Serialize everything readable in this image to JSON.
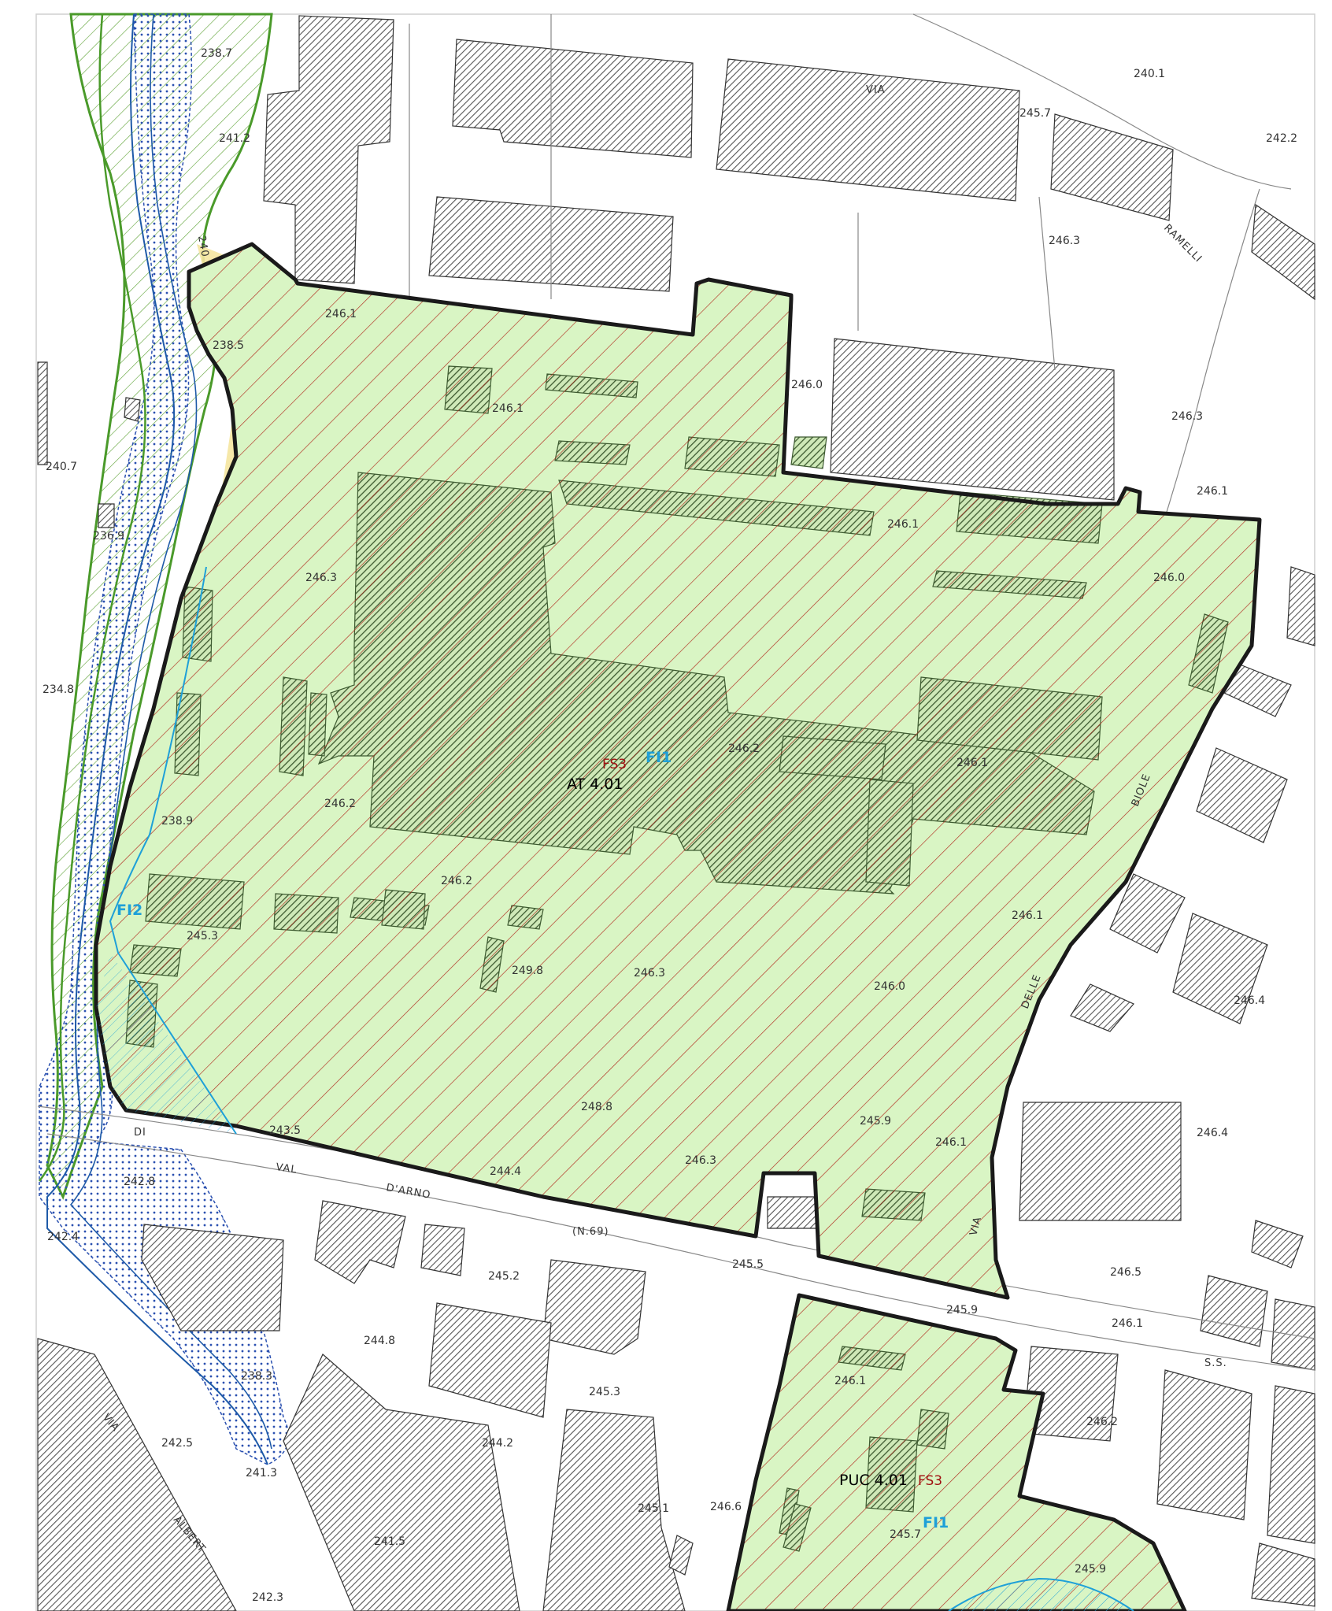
{
  "map": {
    "zones": [
      {
        "id": "at401",
        "label": "AT 4.01",
        "fs": "FS3",
        "fi": "FI1"
      },
      {
        "id": "puc401",
        "label": "PUC 4.01",
        "fs": "FS3",
        "fi": "FI1"
      }
    ],
    "river_zone_label": "FI2",
    "streets": [
      {
        "id": "di",
        "text": "DI"
      },
      {
        "id": "val",
        "text": "VAL"
      },
      {
        "id": "darno",
        "text": "D'ARNO"
      },
      {
        "id": "n69",
        "text": "(N.69)"
      },
      {
        "id": "via-left",
        "text": "VIA"
      },
      {
        "id": "albert",
        "text": "ALBERT"
      },
      {
        "id": "ramelli",
        "text": "RAMELLI"
      },
      {
        "id": "biole",
        "text": "BIOLE"
      },
      {
        "id": "delle",
        "text": "DELLE"
      },
      {
        "id": "via-right",
        "text": "VIA"
      },
      {
        "id": "ss",
        "text": "S.S."
      },
      {
        "id": "via-top",
        "text": "VIA"
      },
      {
        "id": "contour-240",
        "text": "240"
      }
    ],
    "elevations": [
      "238.7",
      "241.2",
      "240.7",
      "236.9",
      "234.8",
      "238.5",
      "246.1",
      "246.1",
      "246.0",
      "246.3",
      "246.3",
      "246.1",
      "246.1",
      "246.0",
      "246.2",
      "246.2",
      "246.1",
      "238.9",
      "245.3",
      "246.2",
      "249.8",
      "246.3",
      "246.0",
      "246.1",
      "248.8",
      "245.9",
      "246.1",
      "246.3",
      "243.5",
      "244.4",
      "242.8",
      "242.4",
      "245.2",
      "245.5",
      "245.9",
      "246.5",
      "246.1",
      "246.2",
      "246.4",
      "246.4",
      "244.8",
      "245.3",
      "244.2",
      "238.3",
      "242.5",
      "241.3",
      "241.5",
      "242.3",
      "245.1",
      "246.6",
      "246.1",
      "245.7",
      "245.9",
      "240.1",
      "242.2",
      "245.7",
      "246.3"
    ]
  },
  "colors": {
    "zone_fill": "#d9f5c4",
    "zone_hatch": "#b02a1e",
    "zone_border": "#1a1a1a",
    "building_hatch": "#555555",
    "river_blue": "#1e5aa8",
    "river_green": "#4a9a2a",
    "dot_blue": "#2a50b0",
    "fi_cyan": "#1ea0d8",
    "yellow_band": "#f5e6a0"
  }
}
